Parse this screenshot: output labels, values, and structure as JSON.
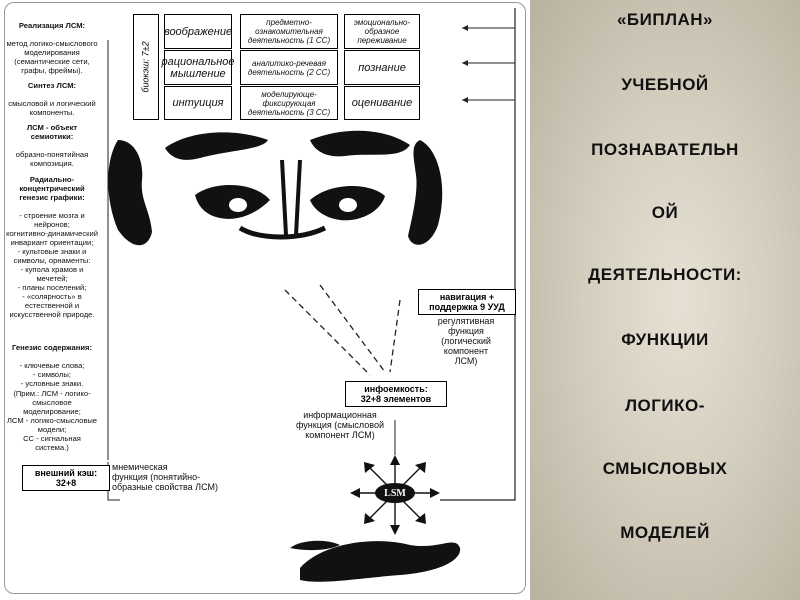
{
  "left_notes": {
    "block1_title": "Реализация ЛСМ:",
    "block1_body": "метод логико-смыслового моделирования (семантические сети, графы, фреймы).",
    "block2_title": "Синтез ЛСМ:",
    "block2_body": "смысловой и логический компоненты.",
    "block3_title": "ЛСМ - объект семиотики:",
    "block3_body": "образно-понятийная композиция.",
    "block4_title": "Радиально-концентрический генезис графики:",
    "block4_body": "- строение мозга и нейронов;\nкогнитивно-динамический инвариант ориентации;\n- культовые знаки и символы, орнаменты:\n- купола храмов и мечетей;\n- планы поселений;\n- «солярность» в естественной и искусственной природе.",
    "block5_title": "Генезис содержания:",
    "block5_body": "- ключевые слова;\n- символы;\n- условные знаки.",
    "block6_body": "(Прим.: ЛСМ - логико-смысловое моделирование;\nЛСМ - логико-смысловые модели;\nСС - сигнальная система.)"
  },
  "top_boxes": {
    "vertical_label": "биокэш: 7±2",
    "col1": [
      "воображение",
      "рациональное мышление",
      "интуиция"
    ],
    "col2": [
      "предметно-ознакомительная деятельность (1 СС)",
      "аналитико-речевая деятельность (2 СС)",
      "моделирующе-фиксирующая деятельность (3 СС)"
    ],
    "col3": [
      "эмоционально-образное переживание",
      "познание",
      "оценивание"
    ]
  },
  "labels": {
    "navigation_box": "навигация +\nподдержка 9 УУД",
    "regulative": "регулятивная\nфункция\n(логический\nкомпонент\nЛСМ)",
    "capacity_box": "инфоемкость:\n32+8  элементов",
    "informational": "информационная\nфункция (смысловой\nкомпонент ЛСМ)",
    "external_cache_box": "внешний кэш:\n32+8",
    "mnemonic": "мнемическая\nфункция (понятийно-\nобразные свойства ЛСМ)",
    "lsm_badge": "LSM"
  },
  "title_lines": [
    "«БИПЛАН»",
    "УЧЕБНОЙ",
    "ПОЗНАВАТЕЛЬН",
    "ОЙ",
    "ДЕЯТЕЛЬНОСТИ:",
    "ФУНКЦИИ",
    "ЛОГИКО-",
    "СМЫСЛОВЫХ",
    "МОДЕЛЕЙ"
  ]
}
